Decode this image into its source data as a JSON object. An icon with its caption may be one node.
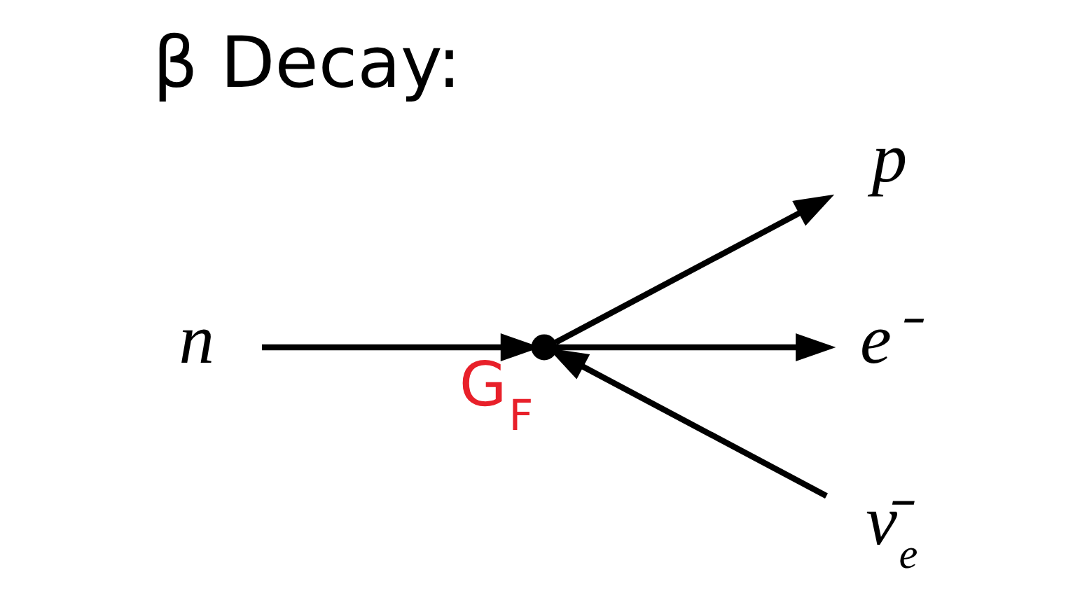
{
  "diagram": {
    "title": "β Decay:",
    "nodes": [
      {
        "text": [
          "n"
        ]
      },
      {
        "text": [],
        "shape": "circle",
        "beside": [
          "G$_{F}$"
        ]
      },
      {
        "text": [
          "p"
        ]
      },
      {
        "text": [
          "e⁻"
        ]
      },
      {
        "text": [
          "ν̄$_{e}$"
        ]
      }
    ],
    "edges": [
      {
        "from": 0,
        "to": 1,
        "arrow": "to"
      },
      {
        "from": 1,
        "to": 2,
        "arrow": "to"
      },
      {
        "from": 1,
        "to": 3,
        "arrow": "to"
      },
      {
        "from": 4,
        "to": 1,
        "arrow": "to"
      }
    ]
  }
}
